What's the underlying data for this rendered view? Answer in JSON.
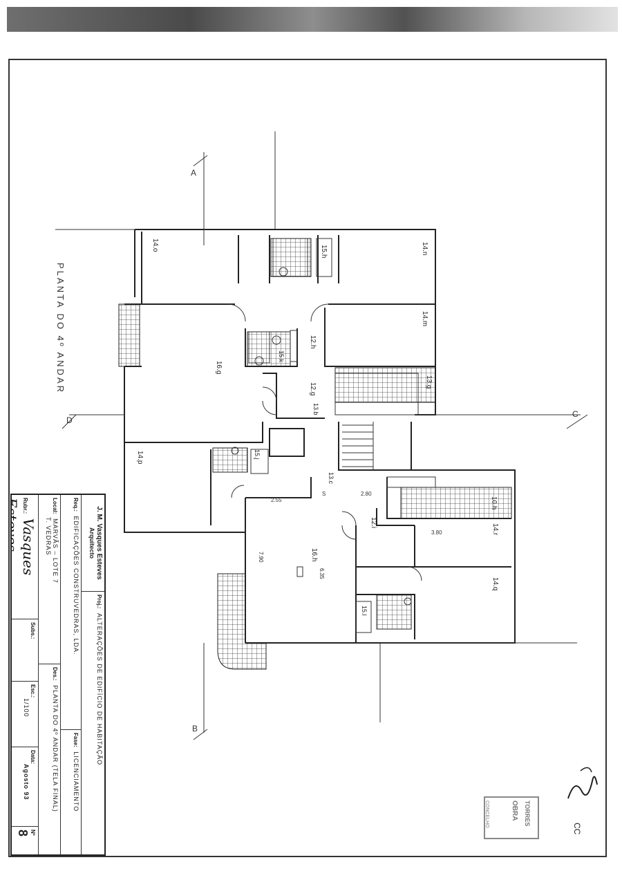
{
  "drawing": {
    "title": "PLANTA DO 4º ANDAR",
    "section_marks": {
      "a": "A",
      "b": "B",
      "c": "C",
      "d": "D"
    },
    "rooms": [
      {
        "id": "r14o",
        "label": "14.o"
      },
      {
        "id": "r14n",
        "label": "14.n"
      },
      {
        "id": "r15h",
        "label": "15.h"
      },
      {
        "id": "r14m",
        "label": "14.m"
      },
      {
        "id": "r12h",
        "label": "12.h"
      },
      {
        "id": "r15k",
        "label": "15.k"
      },
      {
        "id": "r16g",
        "label": "16.g"
      },
      {
        "id": "r12g",
        "label": "12.g"
      },
      {
        "id": "r13g",
        "label": "13.g"
      },
      {
        "id": "r13b",
        "label": "13.b"
      },
      {
        "id": "r14p",
        "label": "14.p"
      },
      {
        "id": "r15j",
        "label": "15.j"
      },
      {
        "id": "r13c",
        "label": "13.c"
      },
      {
        "id": "r10h",
        "label": "10.h"
      },
      {
        "id": "r12i",
        "label": "12.i"
      },
      {
        "id": "r14r",
        "label": "14.r"
      },
      {
        "id": "r16h",
        "label": "16.h"
      },
      {
        "id": "r14q",
        "label": "14.q"
      },
      {
        "id": "r15l",
        "label": "15.l"
      }
    ],
    "dimensions": {
      "d255": "2.55",
      "d280": "2.80",
      "d380": "3.80",
      "d790": "7.90",
      "d635": "6.35",
      "dss": "S"
    }
  },
  "title_block": {
    "architect": "J. M. Vasques Esteves",
    "architect_role": "Arquitecto",
    "proj_label": "Proj.:",
    "proj_value": "ALTERAÇÕES DE EDIFÍCIO DE HABITAÇÃO",
    "req_label": "Req.:",
    "req_value": "EDIFICAÇÕES CONSTRUVEDRAS, LDA.",
    "fase_label": "Fase:",
    "fase_value": "LICENCIAMENTO",
    "local_label": "Local:",
    "local_value": "MARVÃS – LOTE 7",
    "local_value2": "T. VEDRAS",
    "des_label": "Des.:",
    "des_value": "PLANTA DO 4º ANDAR (TELA FINAL)",
    "rub_label": "Rubr.:",
    "subs_label": "Subs.:",
    "esc_label": "Esc.:",
    "esc_value": "1/100",
    "data_label": "Data:",
    "data_value": "Agosto 93",
    "num_label": "Nº",
    "num_value": "8"
  },
  "stamp": {
    "line1": "TORRES",
    "line2": "OBRA",
    "line3": "CONCELHO"
  },
  "marks": {
    "initials": "CC"
  }
}
